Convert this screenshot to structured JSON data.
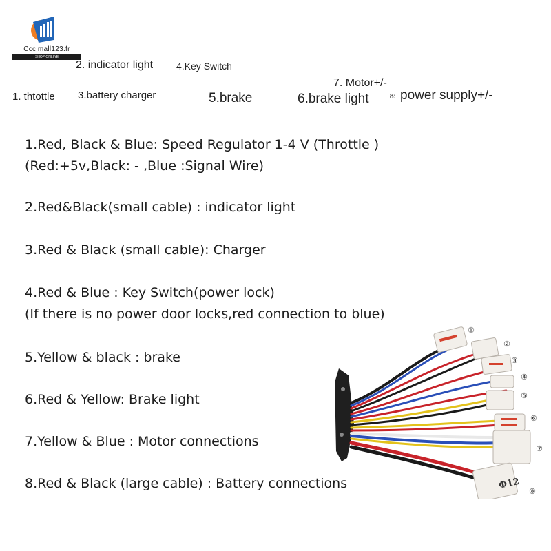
{
  "logo": {
    "text": "Cccimall123.fr",
    "tagline": "SHOP ONLINE"
  },
  "labels": {
    "l2": "2. indicator light",
    "l4": "4.Key Switch",
    "l7": "7. Motor+/-",
    "l1": "1. thtottle",
    "l3": "3.battery charger",
    "l5": "5.brake",
    "l6": "6.brake light",
    "l8_num": "8:",
    "l8_text": "power supply+/-"
  },
  "descriptions": {
    "d1a": "1.Red, Black & Blue: Speed Regulator 1-4 V (Throttle )",
    "d1b": "(Red:+5v,Black: - ,Blue :Signal Wire)",
    "d2": "2.Red&Black(small cable) : indicator light",
    "d3": "3.Red & Black (small cable): Charger",
    "d4a": "4.Red & Blue : Key Switch(power lock)",
    "d4b": "(If there is no power door locks,red connection to blue)",
    "d5": "5.Yellow & black : brake",
    "d6": "6.Red & Yellow: Brake light",
    "d7": "7.Yellow & Blue : Motor connections",
    "d8": "8.Red & Black (large cable) : Battery connections"
  },
  "connector_numbers": [
    "①",
    "②",
    "③",
    "④",
    "⑤",
    "⑥",
    "⑦",
    "⑧"
  ],
  "plug_text": "Ф12",
  "colors": {
    "red": "#c8232a",
    "black": "#1a1a1a",
    "blue": "#2a4fb8",
    "yellow": "#e3c21c",
    "white": "#f1f1f1",
    "connector": "#f2efea",
    "logo_orange": "#ef7d23",
    "logo_blue": "#2266b8"
  }
}
